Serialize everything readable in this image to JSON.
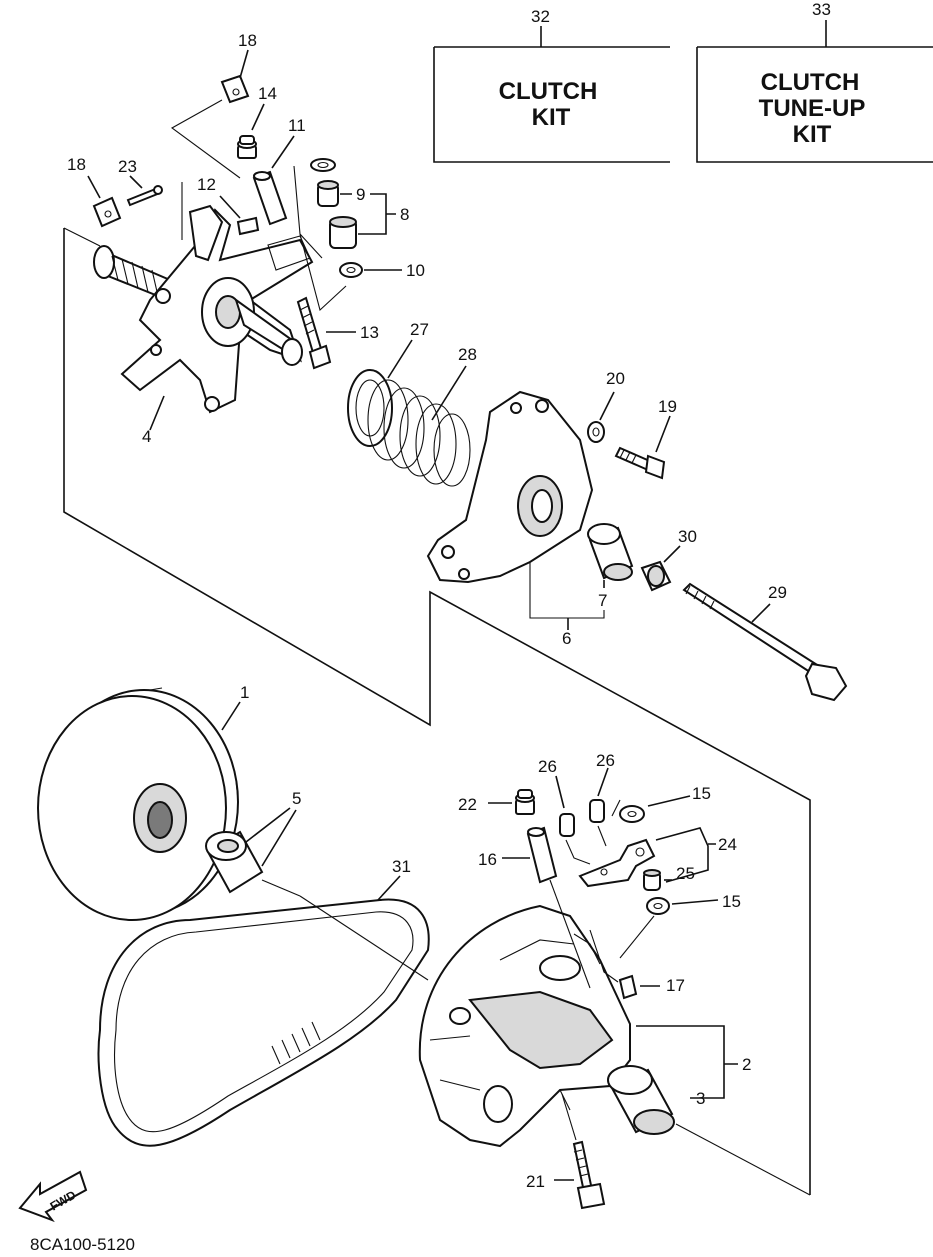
{
  "kits": [
    {
      "number": "32",
      "line1": "CLUTCH",
      "line2": "KIT",
      "line3": ""
    },
    {
      "number": "33",
      "line1": "CLUTCH",
      "line2": "TUNE-UP",
      "line3": "KIT"
    }
  ],
  "labels": {
    "p1": "1",
    "p2": "2",
    "p3": "3",
    "p4": "4",
    "p5": "5",
    "p6": "6",
    "p7": "7",
    "p8": "8",
    "p9": "9",
    "p10": "10",
    "p11": "11",
    "p12": "12",
    "p13": "13",
    "p14": "14",
    "p15a": "15",
    "p15b": "15",
    "p16": "16",
    "p17": "17",
    "p18a": "18",
    "p18b": "18",
    "p19": "19",
    "p20": "20",
    "p21": "21",
    "p22": "22",
    "p23": "23",
    "p24": "24",
    "p25": "25",
    "p26a": "26",
    "p26b": "26",
    "p27": "27",
    "p28": "28",
    "p29": "29",
    "p30": "30",
    "p31": "31"
  },
  "fwd_arrow": "FWD",
  "drawing_code": "8CA100-5120"
}
